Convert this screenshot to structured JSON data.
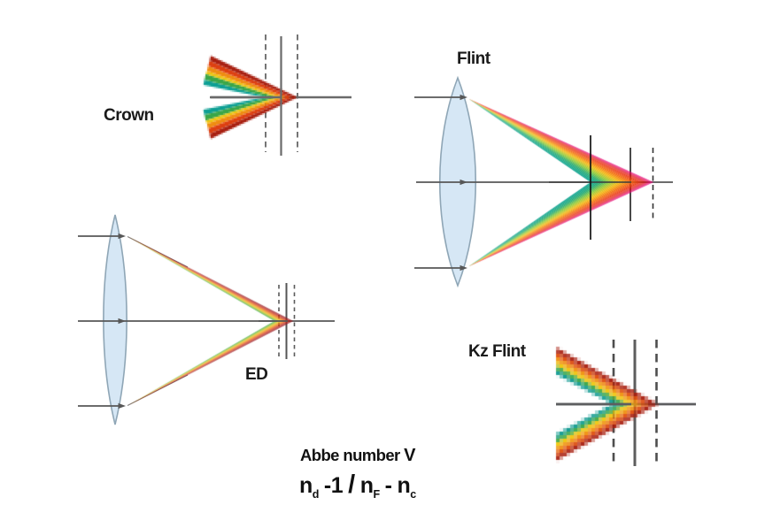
{
  "diagrams": {
    "crown": {
      "label": "Crown"
    },
    "flint": {
      "label": "Flint"
    },
    "ed": {
      "label": "ED"
    },
    "kz_flint": {
      "label": "Kz Flint"
    }
  },
  "caption": {
    "title": "Abbe number",
    "symbol": "V",
    "formula": {
      "n1": "n",
      "sub1": "d",
      "term1": "-1",
      "slash": "/",
      "n2": "n",
      "sub2": "F",
      "minus": "-",
      "n3": "n",
      "sub3": "c"
    }
  },
  "colors": {
    "background": "#ffffff",
    "text": "#1a1a1a",
    "axis_gray": "#6a6a6a",
    "line_black": "#1c1c1c",
    "lens_fill": "#d6e7f5",
    "lens_stroke": "#8fa6b6",
    "rainbow_flint": [
      "#e8098a",
      "#dc0915",
      "#e21a10",
      "#ee3b0c",
      "#f58a0c",
      "#f7e911",
      "#2fae52",
      "#0aa294"
    ],
    "rainbow_crown": [
      "#a81f10",
      "#dd3f10",
      "#ef8c10",
      "#eec60d",
      "#3aa648",
      "#0d9f94"
    ],
    "rainbow_ed": [
      "#93202a",
      "#cb1f14",
      "#ea5c0e",
      "#f2a00d",
      "#ead80e",
      "#2fa64c"
    ],
    "rainbow_kz": [
      "#a81e0f",
      "#e0500f",
      "#f0930f",
      "#eec70d",
      "#35a54a",
      "#109a92"
    ]
  }
}
